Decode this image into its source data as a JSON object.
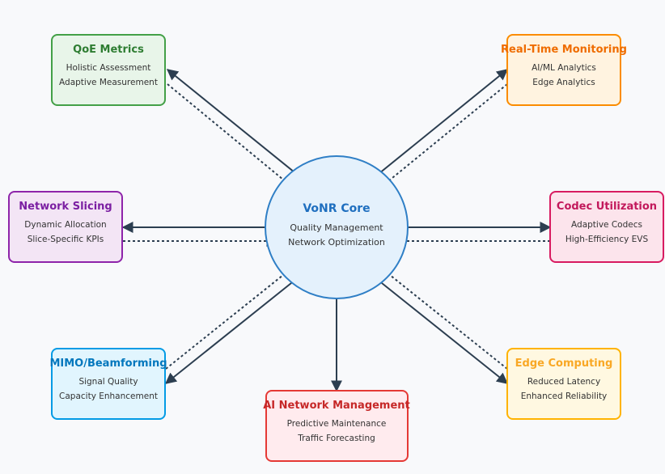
{
  "core": {
    "title": "VoNR Core",
    "lines": [
      "Quality Management",
      "Network Optimization"
    ],
    "fill": "#e4f1fc",
    "stroke": "#2f7fc6",
    "title_color": "#1f6fbf"
  },
  "nodes": [
    {
      "key": "qoe",
      "title": "QoE Metrics",
      "lines": [
        "Holistic Assessment",
        "Adaptive Measurement"
      ],
      "fill": "#e8f5e9",
      "stroke": "#43a047",
      "title_color": "#2e7d32"
    },
    {
      "key": "monitoring",
      "title": "Real-Time Monitoring",
      "lines": [
        "AI/ML Analytics",
        "Edge Analytics"
      ],
      "fill": "#fff3e0",
      "stroke": "#fb8c00",
      "title_color": "#ef6c00"
    },
    {
      "key": "slicing",
      "title": "Network Slicing",
      "lines": [
        "Dynamic Allocation",
        "Slice-Specific KPIs"
      ],
      "fill": "#f3e5f5",
      "stroke": "#8e24aa",
      "title_color": "#7b1fa2"
    },
    {
      "key": "codec",
      "title": "Codec Utilization",
      "lines": [
        "Adaptive Codecs",
        "High-Efficiency EVS"
      ],
      "fill": "#fce4ec",
      "stroke": "#d81b60",
      "title_color": "#c2185b"
    },
    {
      "key": "mimo",
      "title": "MIMO/Beamforming",
      "lines": [
        "Signal Quality",
        "Capacity Enhancement"
      ],
      "fill": "#e1f5fe",
      "stroke": "#039be5",
      "title_color": "#0277bd"
    },
    {
      "key": "edge",
      "title": "Edge Computing",
      "lines": [
        "Reduced Latency",
        "Enhanced Reliability"
      ],
      "fill": "#fff8e1",
      "stroke": "#ffb300",
      "title_color": "#f9a825"
    },
    {
      "key": "ai",
      "title": "AI Network Management",
      "lines": [
        "Predictive Maintenance",
        "Traffic Forecasting"
      ],
      "fill": "#ffebee",
      "stroke": "#e53935",
      "title_color": "#c62828"
    }
  ],
  "connector_color": "#2c3e50"
}
